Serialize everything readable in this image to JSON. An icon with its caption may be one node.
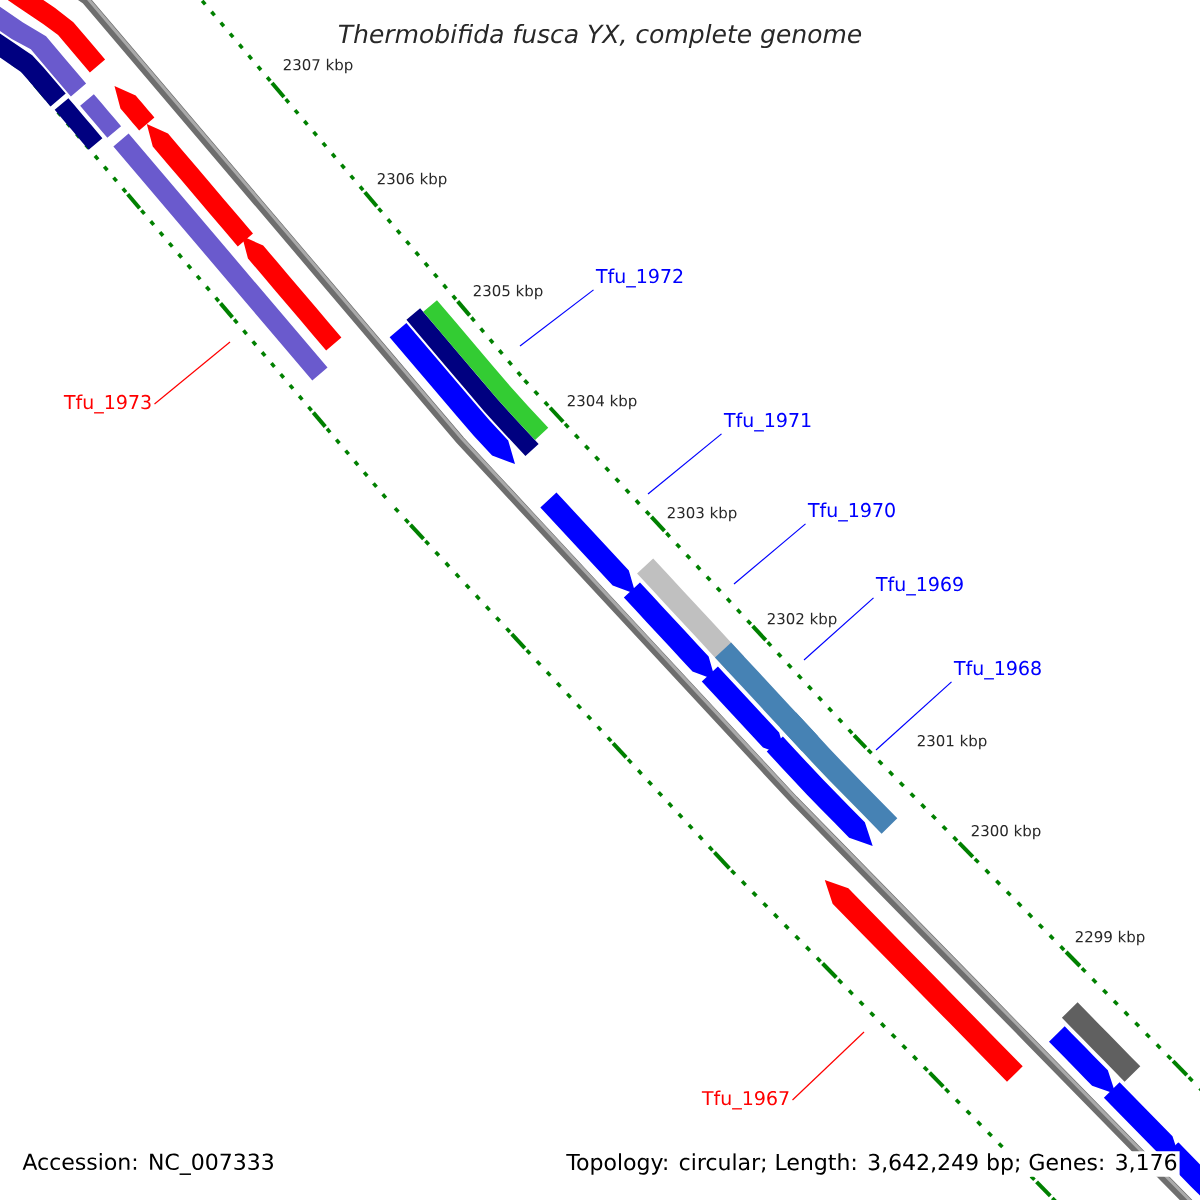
{
  "diagram": {
    "title": "Thermobifida fusca YX, complete genome",
    "nodes": [
      {
        "text": [
          "Tfu_1972"
        ]
      },
      {
        "text": [
          "Tfu_1973"
        ]
      },
      {
        "text": [
          "Tfu_1971"
        ]
      },
      {
        "text": [
          "Tfu_1970"
        ]
      },
      {
        "text": [
          "Tfu_1969"
        ]
      },
      {
        "text": [
          "Tfu_1968"
        ]
      },
      {
        "text": [
          "Tfu_1967"
        ]
      }
    ],
    "edges": [
      {
        "from": 0,
        "to": null,
        "arrow": "none"
      },
      {
        "from": 1,
        "to": null,
        "arrow": "none",
        "color": "#ff0000"
      },
      {
        "from": 2,
        "to": null,
        "arrow": "none"
      },
      {
        "from": 3,
        "to": null,
        "arrow": "none"
      },
      {
        "from": 4,
        "to": null,
        "arrow": "none"
      },
      {
        "from": 5,
        "to": null,
        "arrow": "none"
      },
      {
        "from": 6,
        "to": null,
        "arrow": "none",
        "color": "#ff0000"
      }
    ],
    "labels": [
      "2307 kbp",
      "2306 kbp",
      "2305 kbp",
      "2304 kbp",
      "2303 kbp",
      "2302 kbp",
      "2301 kbp",
      "2300 kbp",
      "2299 kbp",
      "Accession: NC_007333",
      "Topology: circular; Length: 3,642,249 bp; Genes: 3,176"
    ]
  }
}
